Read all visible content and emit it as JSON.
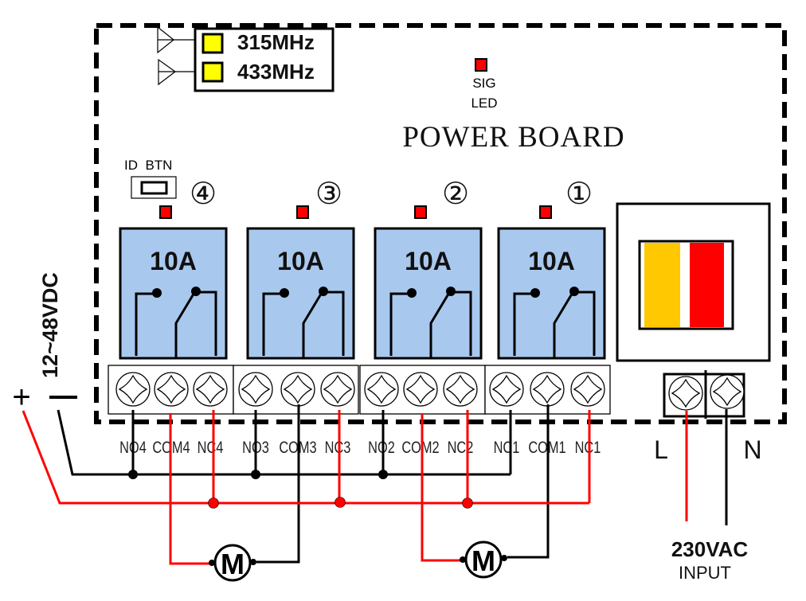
{
  "board": {
    "title": "POWER BOARD",
    "frequencies": [
      "315MHz",
      "433MHz"
    ],
    "sig_led_label": [
      "SIG",
      "LED"
    ],
    "id_button_label": "ID  BTN",
    "colors": {
      "relay_fill": "#a9c8ee",
      "led": "#ff0000",
      "freq_indicator": "#ffff00",
      "fuse_left": "#ffc800",
      "fuse_right": "#ff0000",
      "wire_positive": "#ff0000",
      "wire_negative": "#000000"
    }
  },
  "relays": [
    {
      "number": "④",
      "rating": "10A",
      "terminals": [
        "NO4",
        "COM4",
        "NC4"
      ]
    },
    {
      "number": "③",
      "rating": "10A",
      "terminals": [
        "NO3",
        "COM3",
        "NC3"
      ]
    },
    {
      "number": "②",
      "rating": "10A",
      "terminals": [
        "NO2",
        "COM2",
        "NC2"
      ]
    },
    {
      "number": "①",
      "rating": "10A",
      "terminals": [
        "NC1",
        "COM1",
        "NC1"
      ]
    }
  ],
  "dc_supply": {
    "label": "12~48VDC",
    "plus": "+",
    "minus": "−"
  },
  "ac_input": {
    "terminals": [
      "L",
      "N"
    ],
    "voltage": "230VAC",
    "label": "INPUT"
  },
  "motors": [
    {
      "label": "M"
    },
    {
      "label": "M"
    }
  ]
}
